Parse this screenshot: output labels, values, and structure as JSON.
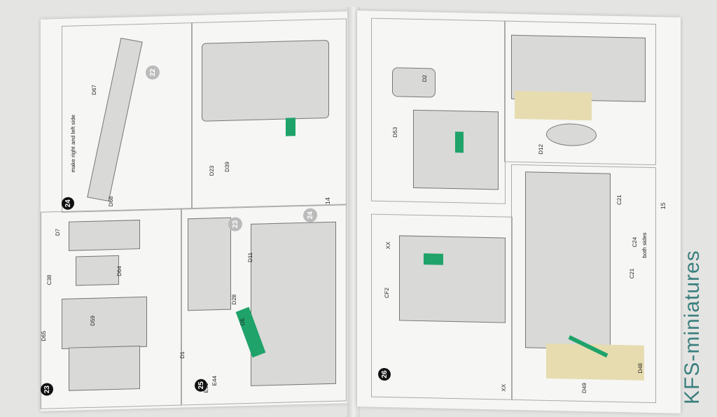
{
  "left_page": {
    "page_number": "14",
    "steps": [
      {
        "number": "24",
        "ref": "22",
        "labels": [
          "D67",
          "D68"
        ],
        "note": "make right and left side"
      },
      {
        "number": "23",
        "labels": [
          "D7",
          "C38",
          "D64",
          "D65",
          "D59"
        ]
      },
      {
        "number": "25",
        "refs": [
          "23",
          "24"
        ],
        "labels": [
          "D1",
          "D28",
          "D11",
          "D5",
          "E91",
          "E44"
        ]
      },
      {
        "labels": [
          "D23",
          "D39"
        ]
      }
    ]
  },
  "right_page": {
    "page_number": "15",
    "steps": [
      {
        "labels": [
          "D2",
          "D53"
        ]
      },
      {
        "labels": [
          "D12"
        ]
      },
      {
        "number": "26",
        "labels": [
          "XX",
          "CF2",
          "XX"
        ]
      },
      {
        "labels": [
          "C21",
          "C24",
          "C21",
          "D48",
          "D49"
        ],
        "note": "both sides"
      }
    ]
  },
  "watermark": "KFS-miniatures",
  "colors": {
    "highlight": "#1fa36a",
    "paper": "#f6f6f4"
  }
}
